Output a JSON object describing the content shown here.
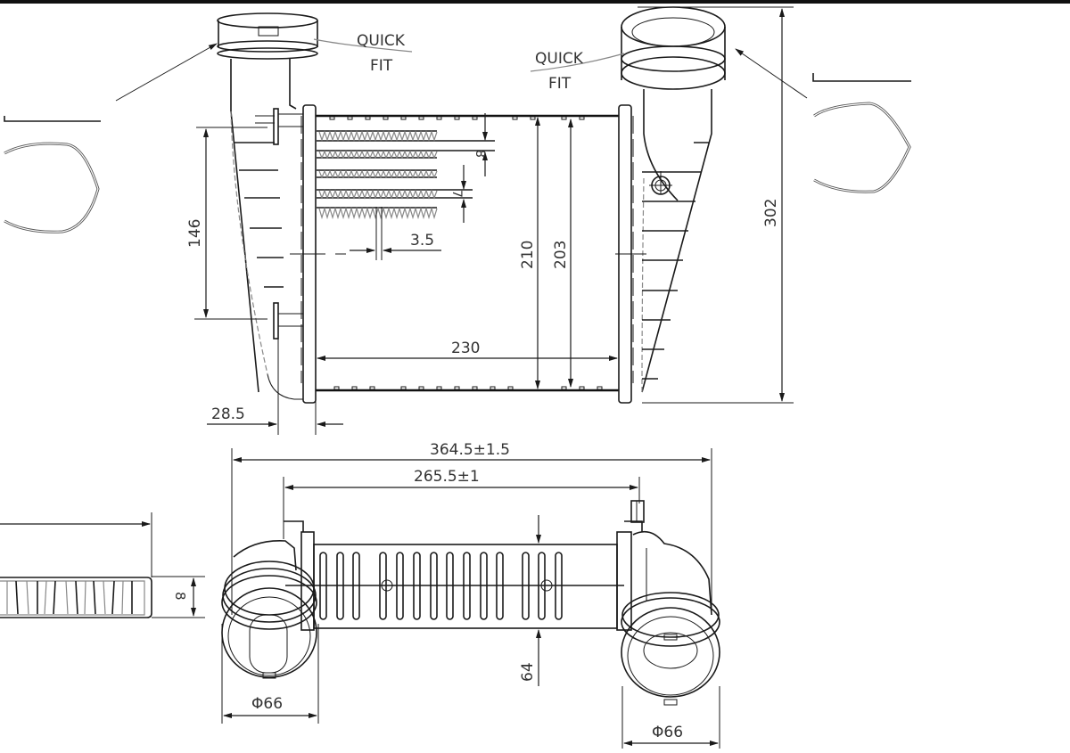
{
  "drawing": {
    "subject": "intercooler technical drawing",
    "colors": {
      "line": "#1a1a1a",
      "text": "#333333",
      "background": "#ffffff"
    }
  },
  "callouts": {
    "quick_fit_left": {
      "line1": "QUICK",
      "line2": "FIT"
    },
    "quick_fit_right": {
      "line1": "QUICK",
      "line2": "FIT"
    }
  },
  "dimensions": {
    "front_view": {
      "overall_height": "302",
      "core_height_outer": "210",
      "core_height_inner": "203",
      "core_width": "230",
      "bracket_spacing": "146",
      "fin_pitch": "3.5",
      "tube_pitch": "8",
      "tube_height": "7",
      "side_offset": "28.5"
    },
    "top_view": {
      "overall_length": "364.5±1.5",
      "pipe_spacing": "265.5±1",
      "core_depth": "64",
      "pipe_diameter_left": "Φ66",
      "pipe_diameter_right": "Φ66"
    },
    "section_view": {
      "fin_height": "8"
    }
  }
}
